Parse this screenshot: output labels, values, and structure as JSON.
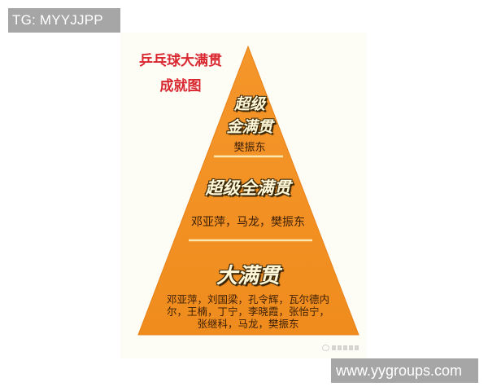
{
  "overlay": {
    "top_left_label": "TG: MYYJJPP",
    "bottom_right_label": "www.yygroups.com"
  },
  "poster": {
    "title_line1": "乒乓球大满贯",
    "title_line2": "成就图",
    "colors": {
      "background": "#fdfdf6",
      "pyramid_fill": "#f39325",
      "pyramid_edge": "#e8821a",
      "title_red": "#d9262f",
      "divider": "#fbe8b0",
      "heading_text": "#fff8d8",
      "names_text": "#3a1e05"
    },
    "tiers": [
      {
        "level": "top",
        "heading_line1": "超级",
        "heading_line2": "金满贯",
        "players": "樊振东"
      },
      {
        "level": "middle",
        "heading": "超级全满贯",
        "players": "邓亚萍，马龙，樊振东"
      },
      {
        "level": "bottom",
        "heading": "大满贯",
        "players_lines": [
          "邓亚萍，刘国梁，孔令辉，瓦尔德内",
          "尔，王楠，丁宁，李晓霞，张怡宁，",
          "张继科，马龙，樊振东"
        ]
      }
    ]
  }
}
